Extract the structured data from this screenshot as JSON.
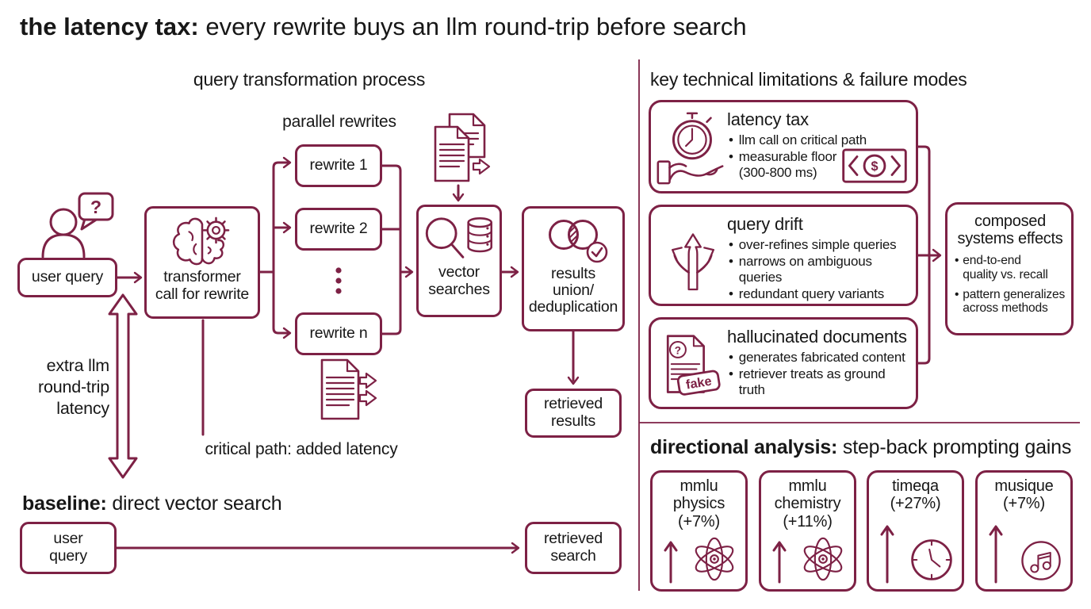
{
  "title": {
    "lead": "the latency tax:",
    "rest": "every rewrite buys an llm round-trip before search"
  },
  "process": {
    "header": "query transformation process",
    "parallel_label": "parallel rewrites",
    "user_query": "user query",
    "transformer": "transformer\ncall for rewrite",
    "rewrites": [
      "rewrite 1",
      "rewrite 2",
      "rewrite n"
    ],
    "vector_searches": "vector\nsearches",
    "results_union": "results\nunion/\ndeduplication",
    "retrieved_results": "retrieved\nresults",
    "extra_latency_label": "extra llm\nround-trip\nlatency",
    "critical_path_label": "critical path: added latency"
  },
  "baseline": {
    "lead": "baseline:",
    "rest": "direct vector search",
    "user_query": "user\nquery",
    "retrieved_search": "retrieved\nsearch"
  },
  "limitations": {
    "header": "key technical limitations & failure modes",
    "cards": [
      {
        "title": "latency tax",
        "icon": "stopwatch-hand-icon",
        "extra_icon": "money-icon",
        "bullets": [
          "llm call on critical path",
          "measurable floor\n(300-800 ms)"
        ]
      },
      {
        "title": "query drift",
        "icon": "branching-arrows-icon",
        "bullets": [
          "over-refines simple queries",
          "narrows on ambiguous queries",
          "redundant query variants"
        ]
      },
      {
        "title": "hallucinated documents",
        "icon": "fake-document-icon",
        "bullets": [
          "generates fabricated content",
          "retriever treats as ground\ntruth"
        ]
      }
    ],
    "composed": {
      "title": "composed\nsystems effects",
      "bullets": [
        "end-to-end\nquality vs. recall",
        "pattern generalizes\nacross methods"
      ]
    }
  },
  "analysis": {
    "lead": "directional analysis:",
    "rest": "step-back prompting gains",
    "benchmarks": [
      {
        "label": "mmlu\nphysics\n(+7%)",
        "icon": "atom-icon"
      },
      {
        "label": "mmlu\nchemistry\n(+11%)",
        "icon": "atom-icon"
      },
      {
        "label": "timeqa\n(+27%)",
        "icon": "clock-icon"
      },
      {
        "label": "musique\n(+7%)",
        "icon": "music-note-icon"
      }
    ]
  },
  "colors": {
    "accent": "#7d2145",
    "text": "#171717",
    "background": "#ffffff"
  }
}
